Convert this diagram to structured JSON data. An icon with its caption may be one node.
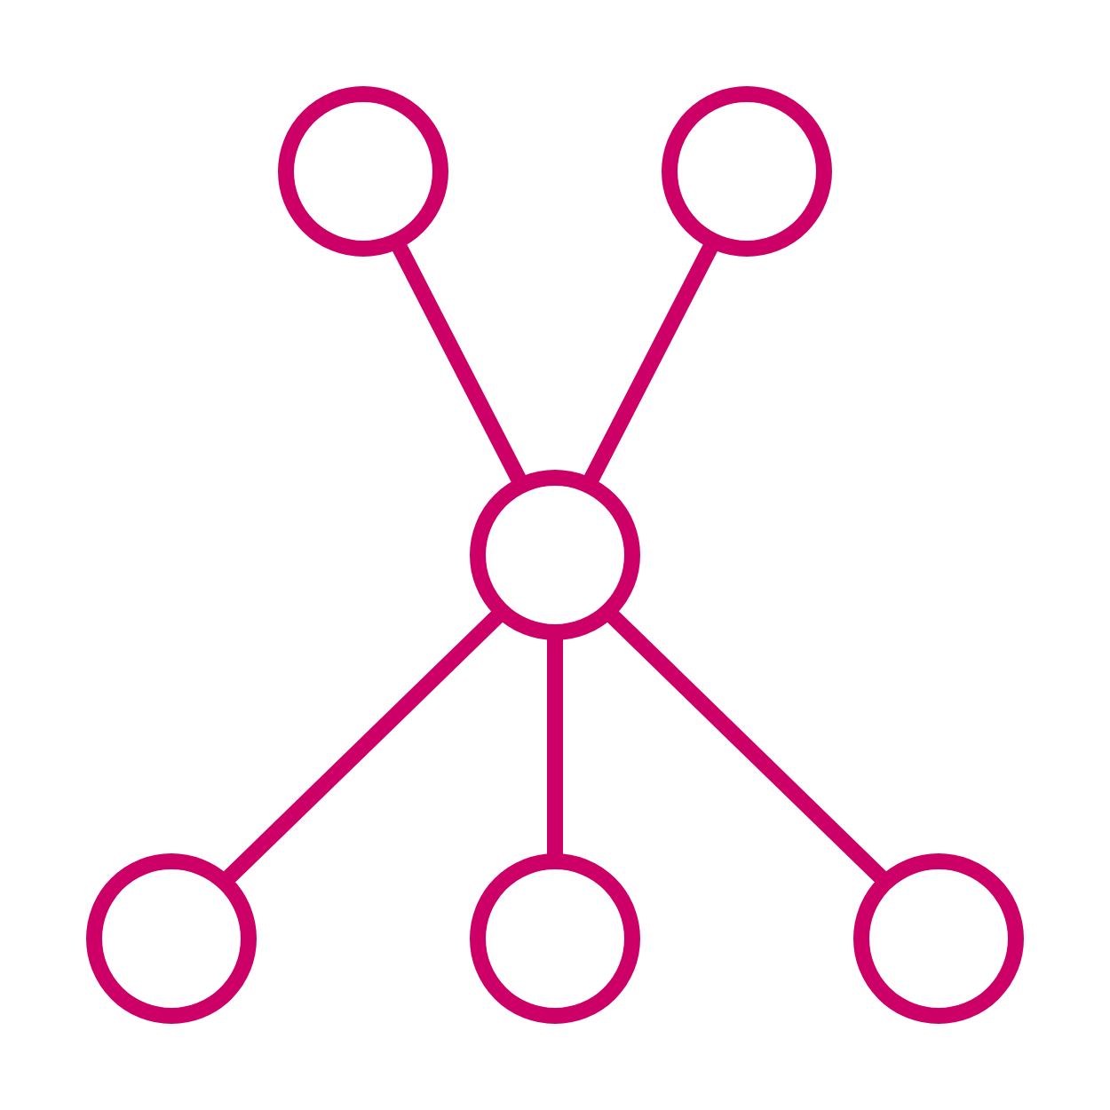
{
  "diagram": {
    "nodes": [
      {
        "text": [],
        "shape": "circle"
      },
      {
        "text": [],
        "shape": "circle"
      },
      {
        "text": [],
        "shape": "circle"
      },
      {
        "text": [],
        "shape": "circle"
      },
      {
        "text": [],
        "shape": "circle"
      },
      {
        "text": [],
        "shape": "circle"
      }
    ],
    "edges": [
      {
        "from": 0,
        "to": 2,
        "arrow": "none"
      },
      {
        "from": 1,
        "to": 2,
        "arrow": "none"
      },
      {
        "from": 2,
        "to": 3,
        "arrow": "none"
      },
      {
        "from": 2,
        "to": 4,
        "arrow": "none"
      },
      {
        "from": 2,
        "to": 5,
        "arrow": "none"
      }
    ]
  }
}
